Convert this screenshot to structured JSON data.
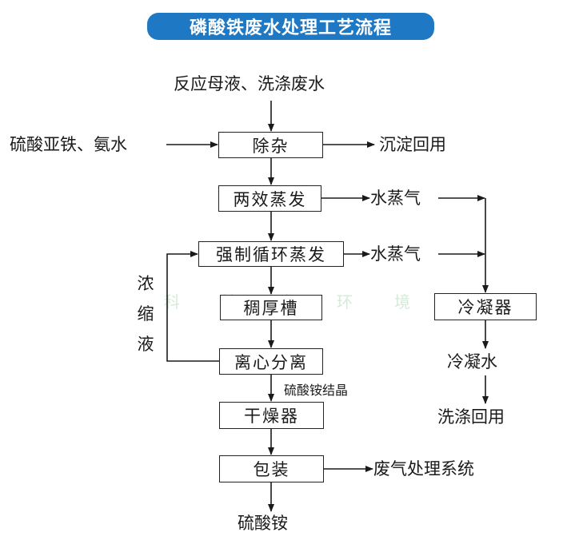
{
  "title": "磷酸铁废水处理工艺流程",
  "colors": {
    "banner": "#1f78c4",
    "watermark": "#9fd3a8",
    "line": "#1a1a1a"
  },
  "inputs": {
    "top": "反应母液、洗涤废水",
    "left": "硫酸亚铁、氨水"
  },
  "steps": {
    "impurity_removal": "除杂",
    "double_effect_evaporation": "两效蒸发",
    "forced_circulation_evaporation": "强制循环蒸发",
    "thickening_tank": "稠厚槽",
    "centrifugal_separation": "离心分离",
    "dryer": "干燥器",
    "packaging": "包装",
    "condenser": "冷凝器"
  },
  "outputs": {
    "precipitate": "沉淀回用",
    "steam_1": "水蒸气",
    "steam_2": "水蒸气",
    "condensate": "冷凝水",
    "wash_reuse": "洗涤回用",
    "crystals": "硫酸铵结晶",
    "exhaust": "废气处理系统",
    "product": "硫酸铵"
  },
  "loop_label": [
    "浓",
    "缩",
    "液"
  ],
  "watermark": "科技变环境"
}
